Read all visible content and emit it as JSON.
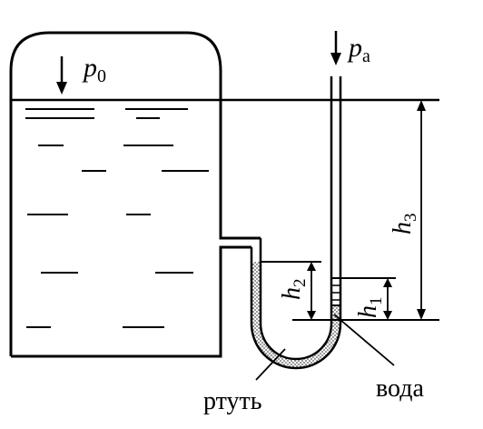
{
  "labels": {
    "p0_symbol": "p",
    "p0_sub": "0",
    "pa_symbol": "p",
    "pa_sub": "a",
    "h1_symbol": "h",
    "h1_sub": "1",
    "h2_symbol": "h",
    "h2_sub": "2",
    "h3_symbol": "h",
    "h3_sub": "3",
    "mercury": "ртуть",
    "water": "вода"
  }
}
